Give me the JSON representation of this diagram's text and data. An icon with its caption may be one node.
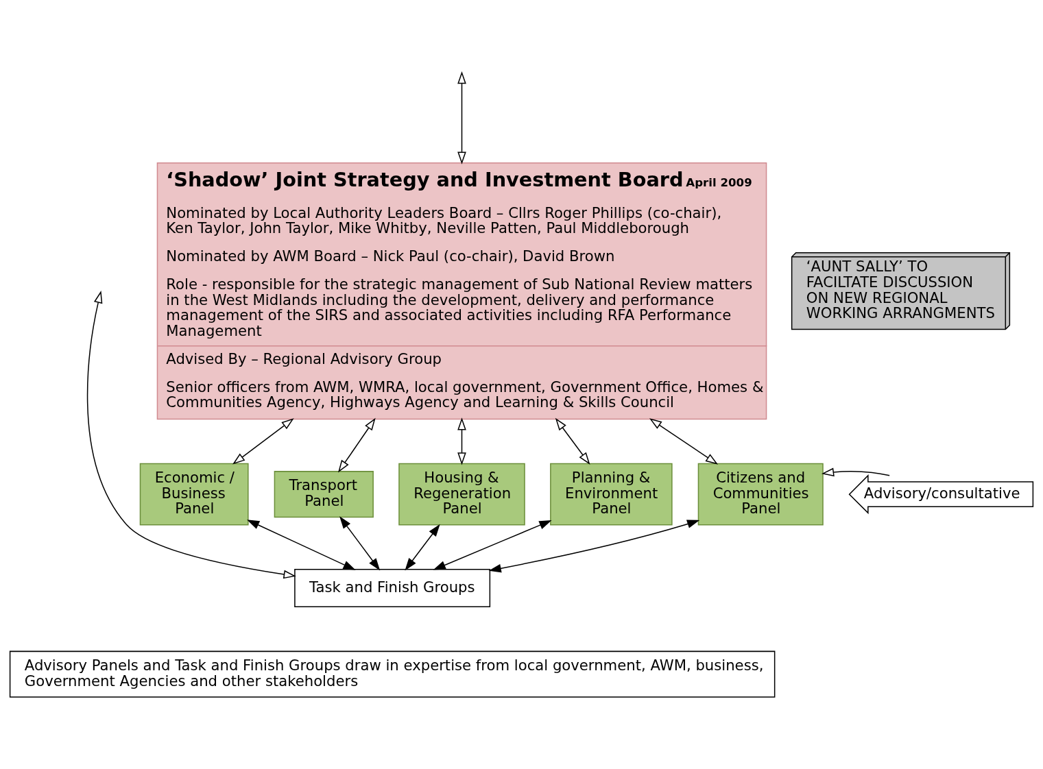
{
  "diagram": {
    "nodes": [
      {
        "text": [
          "‘Shadow’ Joint Strategy and Investment Board",
          "April 2009",
          "Nominated by Local Authority Leaders Board – Cllrs Roger Phillips (co-chair), Ken Taylor, John Taylor, Mike Whitby, Neville Patten, Paul Middleborough",
          "Nominated by AWM Board – Nick Paul (co-chair), David Brown",
          "Role - responsible for the strategic management of Sub National Review matters in the West Midlands including the development, delivery and performance management of the SIRS and associated activities including RFA Performance Management",
          "Advised By – Regional Advisory Group",
          "Senior officers from AWM, WMRA, local government, Government Office, Homes & Communities Agency, Highways Agency and Learning & Skills Council"
        ]
      },
      {
        "text": [
          "‘AUNT SALLY’ TO FACILTATE DISCUSSION ON NEW REGIONAL WORKING ARRANGMENTS"
        ]
      },
      {
        "text": [
          "Economic / Business Panel"
        ]
      },
      {
        "text": [
          "Transport Panel"
        ]
      },
      {
        "text": [
          "Housing & Regeneration Panel"
        ]
      },
      {
        "text": [
          "Planning & Environment Panel"
        ]
      },
      {
        "text": [
          "Citizens and Communities Panel"
        ]
      },
      {
        "text": [
          "Advisory/consultative"
        ]
      },
      {
        "text": [
          "Task and Finish Groups"
        ]
      },
      {
        "text": [
          "Advisory Panels and Task and Finish Groups draw in expertise from local government, AWM, business, Government Agencies and other stakeholders"
        ]
      }
    ],
    "edges": [
      {
        "from": null,
        "to": 0,
        "arrow": "both"
      },
      {
        "from": 0,
        "to": 2,
        "arrow": "both"
      },
      {
        "from": 0,
        "to": 3,
        "arrow": "both"
      },
      {
        "from": 0,
        "to": 4,
        "arrow": "both"
      },
      {
        "from": 0,
        "to": 5,
        "arrow": "both"
      },
      {
        "from": 0,
        "to": 6,
        "arrow": "both"
      },
      {
        "from": 7,
        "to": 6,
        "arrow": "to"
      },
      {
        "from": 2,
        "to": 8,
        "arrow": "both"
      },
      {
        "from": 3,
        "to": 8,
        "arrow": "both"
      },
      {
        "from": 4,
        "to": 8,
        "arrow": "both"
      },
      {
        "from": 5,
        "to": 8,
        "arrow": "both"
      },
      {
        "from": 6,
        "to": 8,
        "arrow": "both"
      },
      {
        "from": null,
        "to": 8,
        "arrow": "both"
      }
    ]
  }
}
